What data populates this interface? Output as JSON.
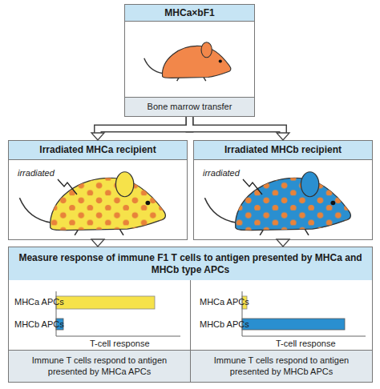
{
  "diagram": {
    "nodes": [
      {
        "text": [
          "MHCa×bF1",
          "Bone marrow transfer"
        ]
      },
      {
        "text": [
          "Irradiated MHCa recipient"
        ]
      },
      {
        "text": [
          "Irradiated MHCb recipient"
        ]
      },
      {
        "text": [
          "Measure response of immune F1 T cells to antigen presented by MHCa and MHCb type APCs"
        ]
      },
      {
        "text": [
          "Immune T cells respond to antigen presented by MHCa APCs"
        ],
        "in": 3
      },
      {
        "text": [
          "Immune T cells respond to antigen presented by MHCb APCs"
        ],
        "in": 3
      }
    ],
    "edges": [
      {
        "from": 0,
        "to": 1,
        "arrow": "to"
      },
      {
        "from": 0,
        "to": 2,
        "arrow": "to"
      },
      {
        "from": 1,
        "to": 3,
        "arrow": "to"
      },
      {
        "from": 2,
        "to": 3,
        "arrow": "to"
      }
    ],
    "labels": [
      "irradiated",
      "irradiated",
      "MHCa APCs",
      "MHCb APCs",
      "T-cell response",
      "MHCa APCs",
      "MHCb APCs",
      "T-cell response"
    ]
  }
}
